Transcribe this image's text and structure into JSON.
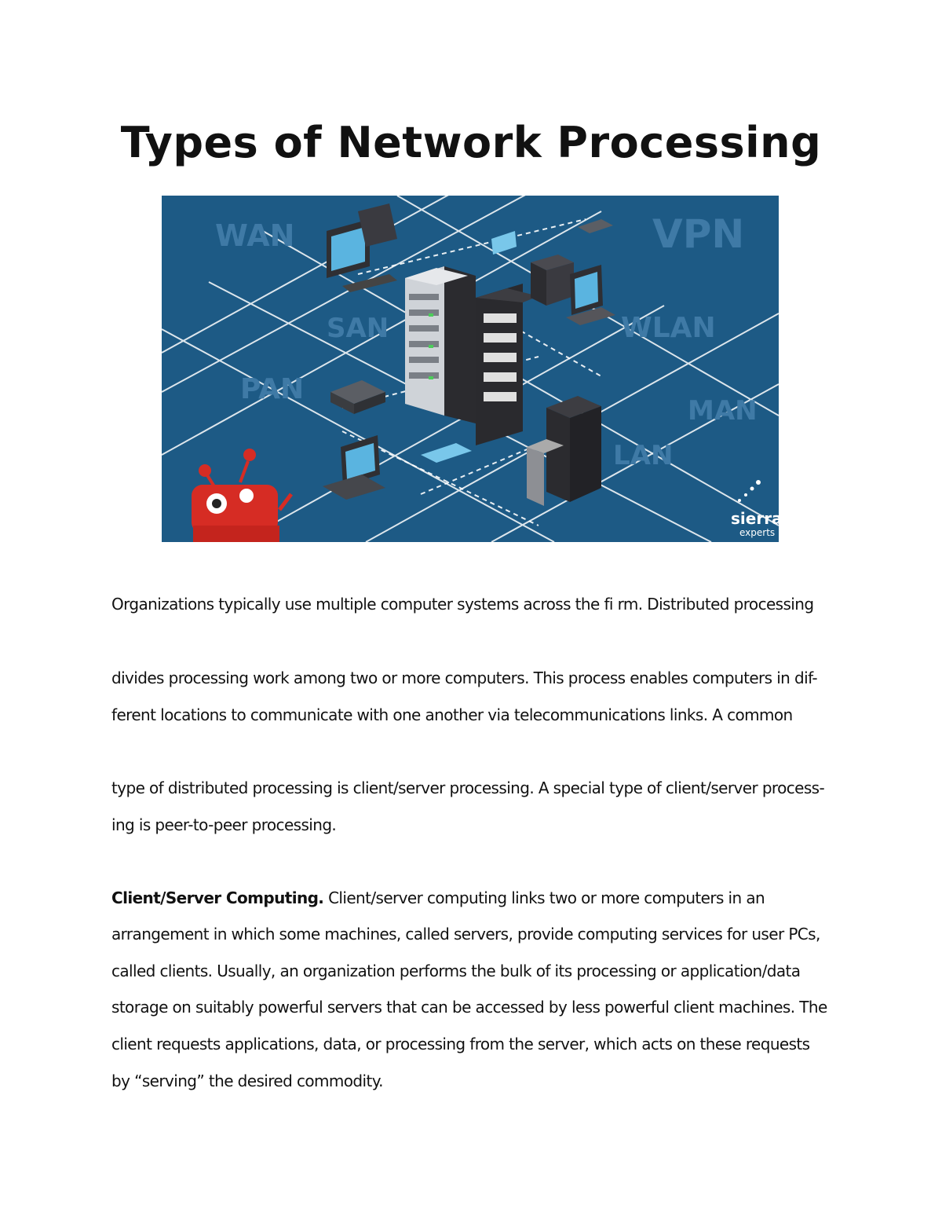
{
  "document": {
    "title": "Types of Network Processing",
    "figure": {
      "labels": {
        "wan": "WAN",
        "vpn": "VPN",
        "san": "SAN",
        "wlan": "WLAN",
        "pan": "PAN",
        "man": "MAN",
        "lan": "LAN"
      },
      "logo_text": "sierra",
      "logo_subtext": "experts"
    },
    "paragraph1": {
      "line1": "Organizations typically use multiple computer systems across the fi rm. Distributed processing",
      "line2": "divides processing work among two or more computers. This process enables computers in dif-",
      "line3": "ferent locations to communicate with one another via telecommunications links. A common",
      "line4": "type of distributed processing is client/server processing. A special type of client/server process-",
      "line5": "ing is peer-to-peer processing."
    },
    "paragraph2": {
      "heading": "Client/Server Computing.",
      "line1_rest": " Client/server computing links two or more computers in an",
      "line2": "arrangement in which some machines, called servers, provide computing services for user PCs,",
      "line3": "called clients. Usually, an organization performs the bulk of its processing or application/data",
      "line4": "storage on suitably powerful servers that can be accessed by less powerful client machines. The",
      "line5": "client requests applications, data, or processing from the server, which acts on these requests",
      "line6": "by “serving” the desired commodity."
    }
  }
}
